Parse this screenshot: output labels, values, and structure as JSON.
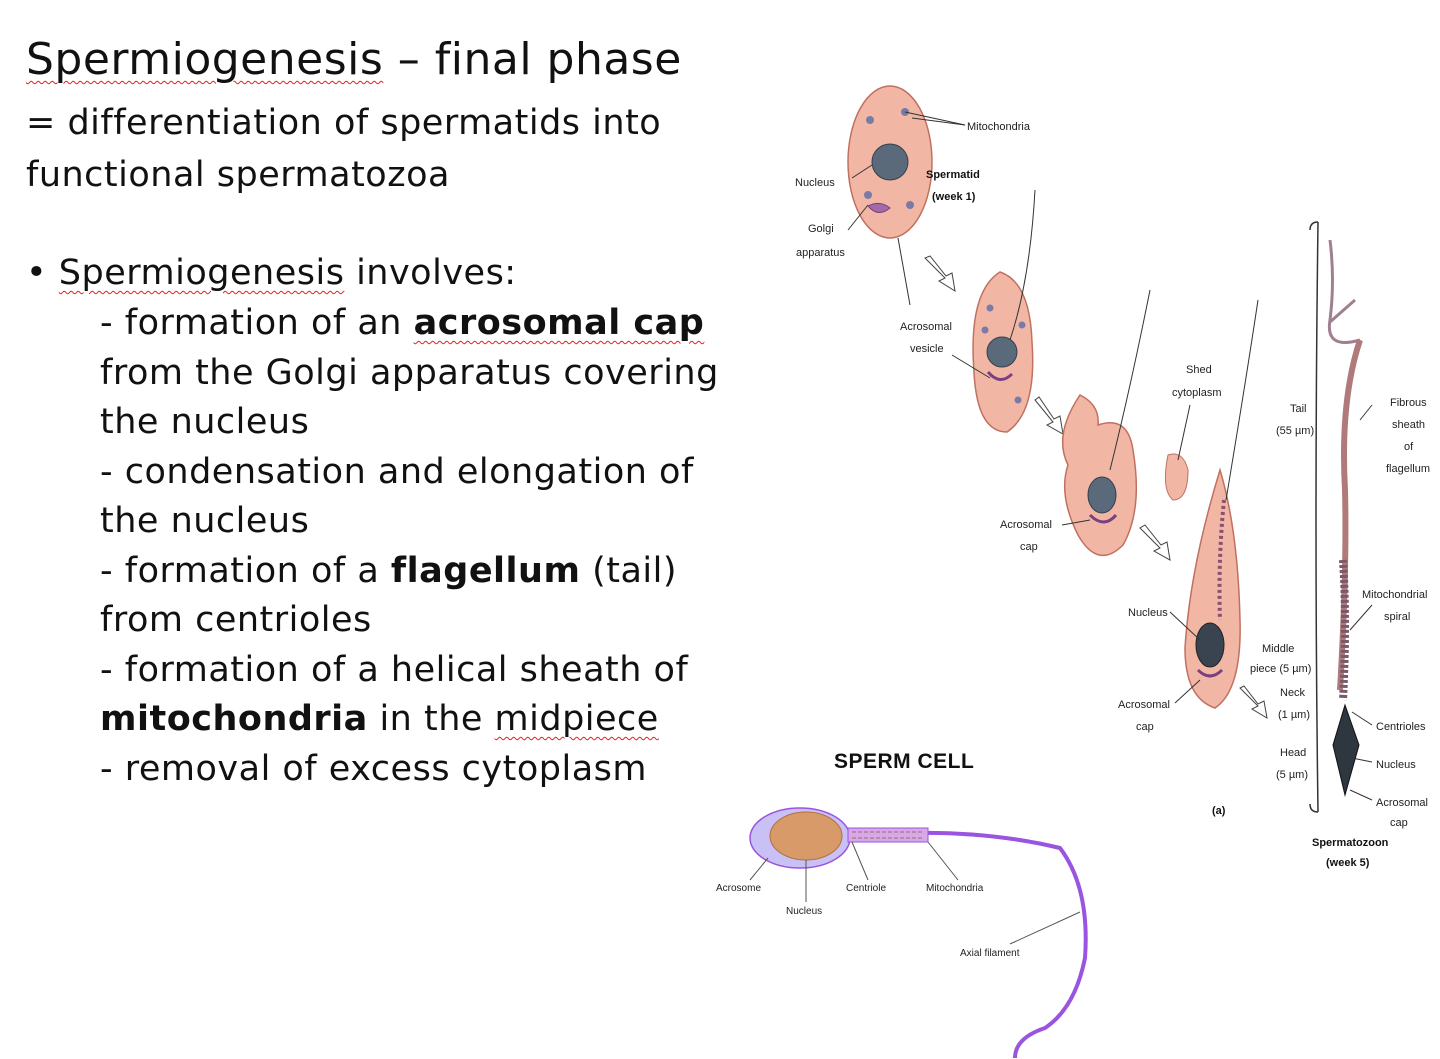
{
  "slide": {
    "title_word": "Spermiogenesis",
    "title_rest": " – final phase",
    "definition": {
      "line1": "= differentiation of spermatids into",
      "line2": "functional spermatozoa"
    },
    "bullet": {
      "symbol": "•",
      "term": "Spermiogenesis",
      "after": " involves:"
    },
    "items": [
      {
        "pre": "- formation of an ",
        "bold": "acrosomal cap",
        "post": "",
        "cont1": "from the Golgi apparatus covering",
        "cont2": "the nucleus"
      },
      {
        "pre": "- condensation and elongation of",
        "cont1": "the nucleus"
      },
      {
        "pre": "- formation of a ",
        "bold": "flagellum",
        "post": " (tail)",
        "cont1": "from centrioles"
      },
      {
        "pre": "- formation of a helical sheath of",
        "cont_bold": "mitochondria",
        "cont_mid": " in the ",
        "cont_squig": "midpiece"
      },
      {
        "pre": "- removal of excess cytoplasm"
      }
    ]
  },
  "figure_stages": {
    "mitochondria": "Mitochondria",
    "nucleus": "Nucleus",
    "spermatid": "Spermatid",
    "spermatid_week": "(week 1)",
    "golgi_1": "Golgi",
    "golgi_2": "apparatus",
    "acrosomal_vesicle_1": "Acrosomal",
    "acrosomal_vesicle_2": "vesicle",
    "shed_1": "Shed",
    "shed_2": "cytoplasm",
    "acrosomal_cap_1": "Acrosomal",
    "acrosomal_cap_2": "cap",
    "nucleus_2": "Nucleus",
    "acrosomal_cap2_1": "Acrosomal",
    "acrosomal_cap2_2": "cap",
    "panel": "(a)"
  },
  "figure_sperm": {
    "tail_1": "Tail",
    "tail_2": "(55 µm)",
    "middle_1": "Middle",
    "middle_2": "piece (5 µm)",
    "neck_1": "Neck",
    "neck_2": "(1 µm)",
    "head_1": "Head",
    "head_2": "(5 µm)",
    "fibrous_1": "Fibrous",
    "fibrous_2": "sheath",
    "fibrous_3": "of",
    "fibrous_4": "flagellum",
    "mito_spiral_1": "Mitochondrial",
    "mito_spiral_2": "spiral",
    "centrioles": "Centrioles",
    "nucleus": "Nucleus",
    "acro_cap_1": "Acrosomal",
    "acro_cap_2": "cap",
    "spermatozoon_1": "Spermatozoon",
    "spermatozoon_2": "(week 5)"
  },
  "sperm_cell": {
    "caption": "SPERM CELL",
    "acrosome": "Acrosome",
    "nucleus": "Nucleus",
    "centriole": "Centriole",
    "mitochondria": "Mitochondria",
    "axial_filament": "Axial filament"
  },
  "colors": {
    "cell_fill": "#f2b7a4",
    "cell_stroke": "#c07060",
    "nucleus": "#5a6a7a",
    "purple_tail": "#9a55e0",
    "head_fill": "#d99a6a"
  }
}
